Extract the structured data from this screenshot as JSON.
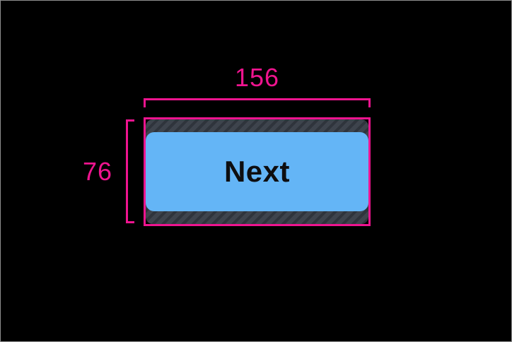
{
  "colors": {
    "canvas_bg": "#000000",
    "canvas_border": "#8f8f8f",
    "annotation": "#EF148F",
    "button_fill": "#64B5F6",
    "button_text": "#0E0E10",
    "hatch_base": "#3E444D",
    "hatch_stripe": "#2F343C"
  },
  "annotation": {
    "width_label": "156",
    "height_label": "76"
  },
  "button": {
    "label": "Next"
  }
}
